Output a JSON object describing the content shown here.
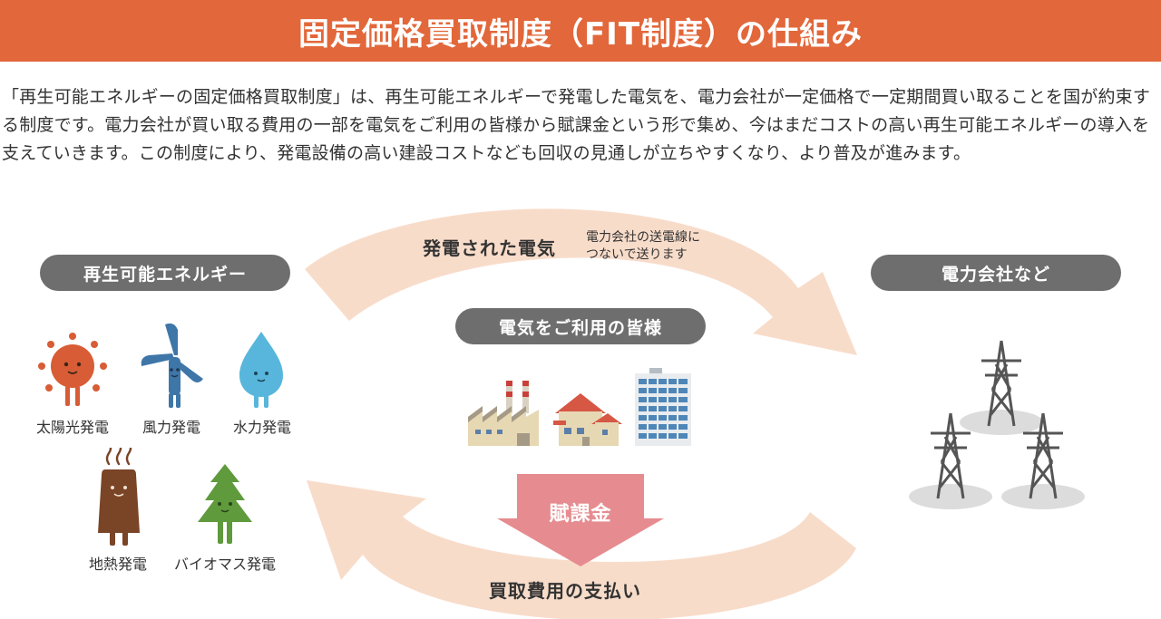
{
  "header": {
    "title": "固定価格買取制度（FIT制度）の仕組み"
  },
  "intro": {
    "text": "「再生可能エネルギーの固定価格買取制度」は、再生可能エネルギーで発電した電気を、電力会社が一定価格で一定期間買い取ることを国が約束する制度です。電力会社が買い取る費用の一部を電気をご利用の皆様から賦課金という形で集め、今はまだコストの高い再生可能エネルギーの導入を支えていきます。この制度により、発電設備の高い建設コストなども回収の見通しが立ちやすくなり、より普及が進みます。"
  },
  "nodes": {
    "renewable": "再生可能エネルギー",
    "customers": "電気をご利用の皆様",
    "utility": "電力会社など"
  },
  "flows": {
    "electricity": "発電された電気",
    "electricity_note_line1": "電力会社の送電線に",
    "electricity_note_line2": "つないで送ります",
    "payment": "買取費用の支払い",
    "levy": "賦課金"
  },
  "sources": {
    "solar": "太陽光発電",
    "wind": "風力発電",
    "hydro": "水力発電",
    "geothermal": "地熱発電",
    "biomass": "バイオマス発電"
  },
  "colors": {
    "banner": "#e2673a",
    "pill": "#6e6e6e",
    "flow_arrow": "#f8dcca",
    "levy_arrow": "#e68c90",
    "solar": "#d85c35",
    "wind": "#3f76a8",
    "hydro": "#58b6dc",
    "geothermal": "#7a4426",
    "biomass": "#5f9a3c",
    "tower": "#555555"
  }
}
